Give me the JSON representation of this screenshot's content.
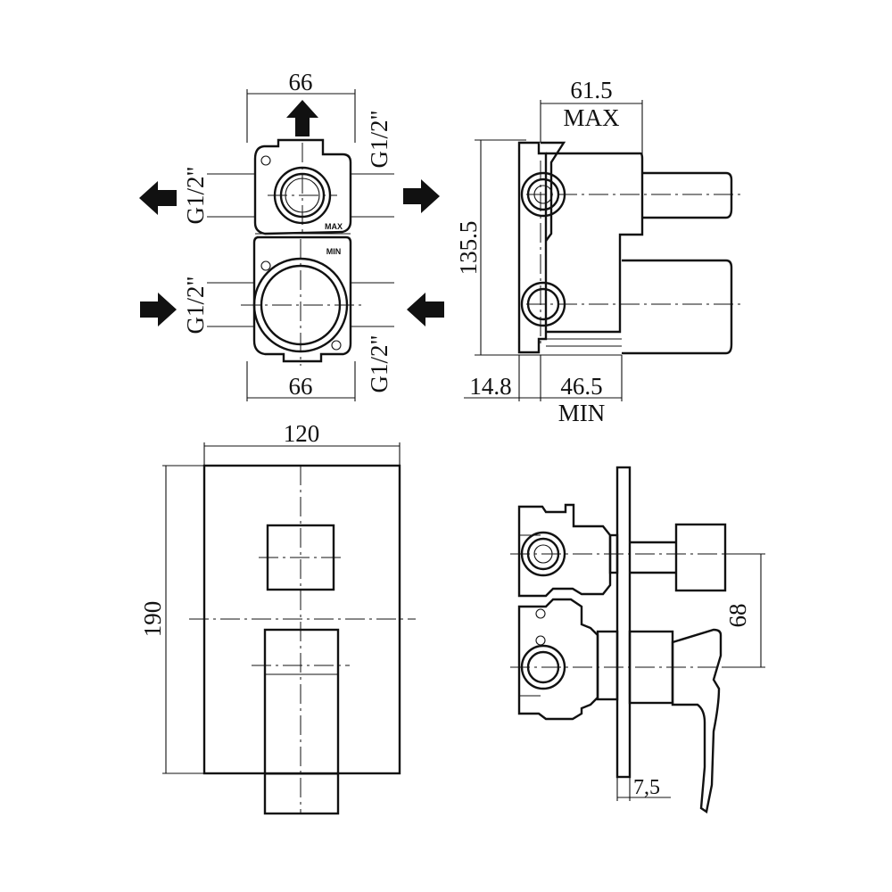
{
  "drawing": {
    "top_view": {
      "width_top": "66",
      "width_bottom": "66",
      "port_upper_left": "G1/2\"",
      "port_upper_right": "G1/2\"",
      "port_lower_left": "G1/2\"",
      "port_lower_right": "G1/2\"",
      "mark_max": "MAX",
      "mark_min": "MIN"
    },
    "side_view": {
      "depth_max_value": "61.5",
      "depth_max_label": "MAX",
      "height": "135.5",
      "offset": "14.8",
      "depth_min_value": "46.5",
      "depth_min_label": "MIN"
    },
    "front_view": {
      "plate_width": "120",
      "plate_height": "190"
    },
    "installed_view": {
      "handle_spacing": "68",
      "plate_thickness": "7,5"
    }
  }
}
